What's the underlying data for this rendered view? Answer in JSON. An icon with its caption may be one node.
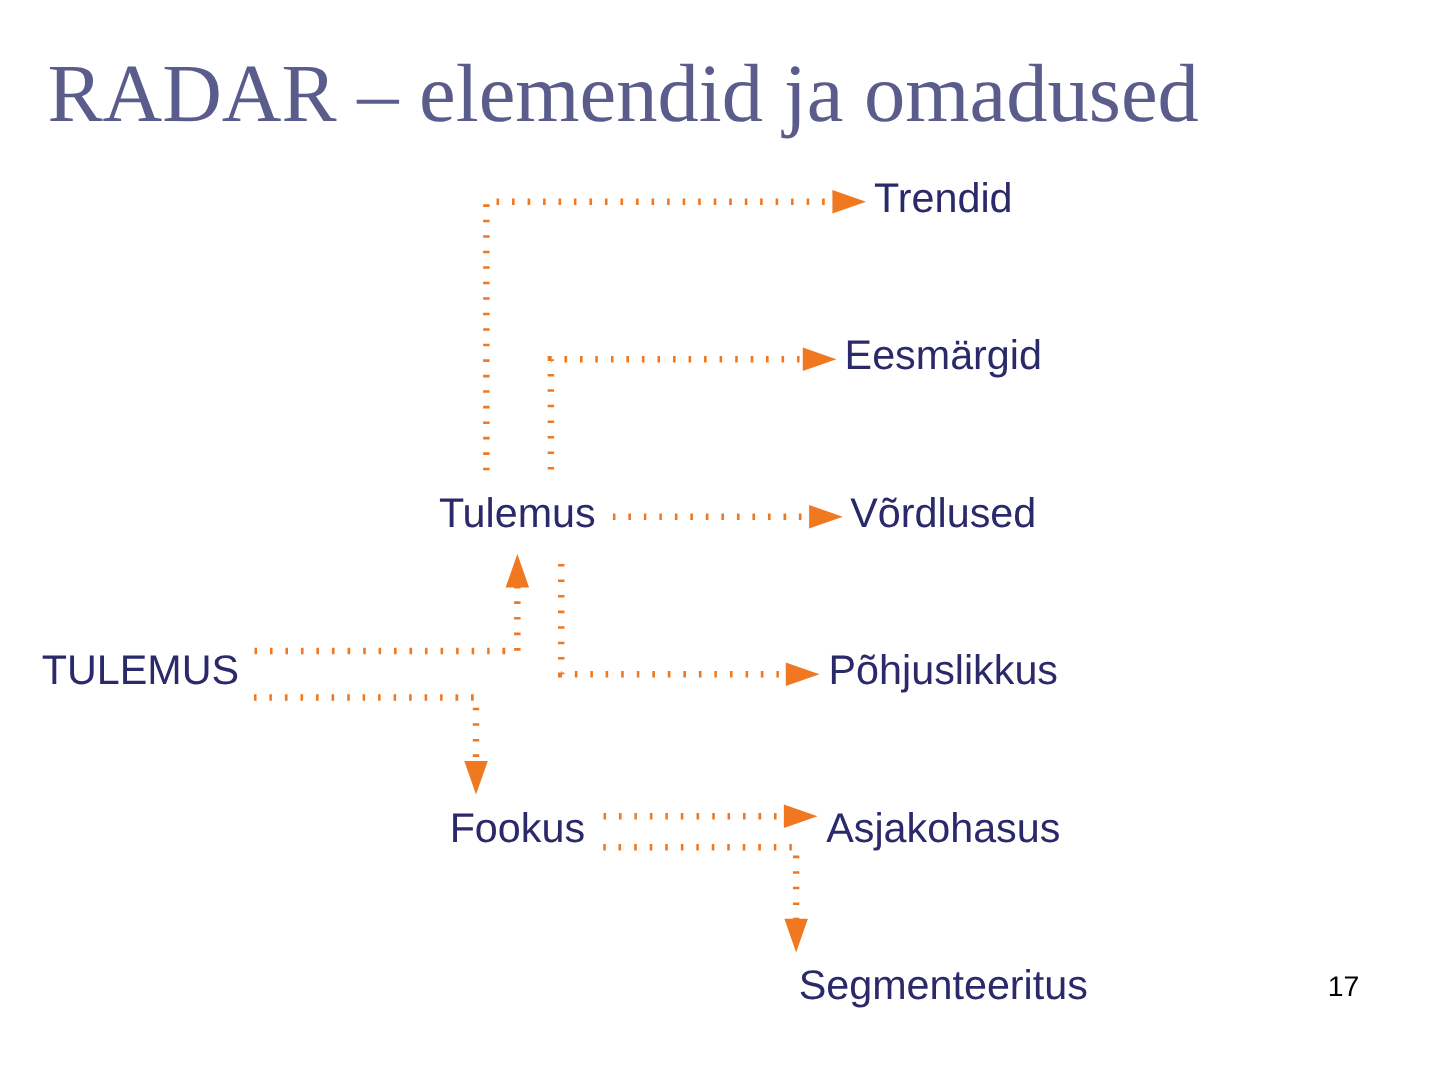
{
  "diagram": {
    "title": "RADAR – elemendid ja omadused",
    "nodes": [
      {
        "text": [
          "TULEMUS"
        ]
      },
      {
        "text": [
          "Tulemus"
        ]
      },
      {
        "text": [
          "Trendid"
        ]
      },
      {
        "text": [
          "Eesmärgid"
        ]
      },
      {
        "text": [
          "Võrdlused"
        ]
      },
      {
        "text": [
          "Põhjuslikkus"
        ]
      },
      {
        "text": [
          "Fookus"
        ]
      },
      {
        "text": [
          "Asjakohasus"
        ]
      },
      {
        "text": [
          "Segmenteeritus"
        ]
      }
    ],
    "edges": [
      {
        "from": 0,
        "to": 1,
        "arrow": "to"
      },
      {
        "from": 0,
        "to": 6,
        "arrow": "to"
      },
      {
        "from": 1,
        "to": 2,
        "arrow": "to"
      },
      {
        "from": 1,
        "to": 3,
        "arrow": "to"
      },
      {
        "from": 1,
        "to": 4,
        "arrow": "to"
      },
      {
        "from": 1,
        "to": 5,
        "arrow": "to"
      },
      {
        "from": 6,
        "to": 7,
        "arrow": "to"
      },
      {
        "from": 6,
        "to": 8,
        "arrow": "to"
      }
    ],
    "labels": [
      "17"
    ]
  }
}
